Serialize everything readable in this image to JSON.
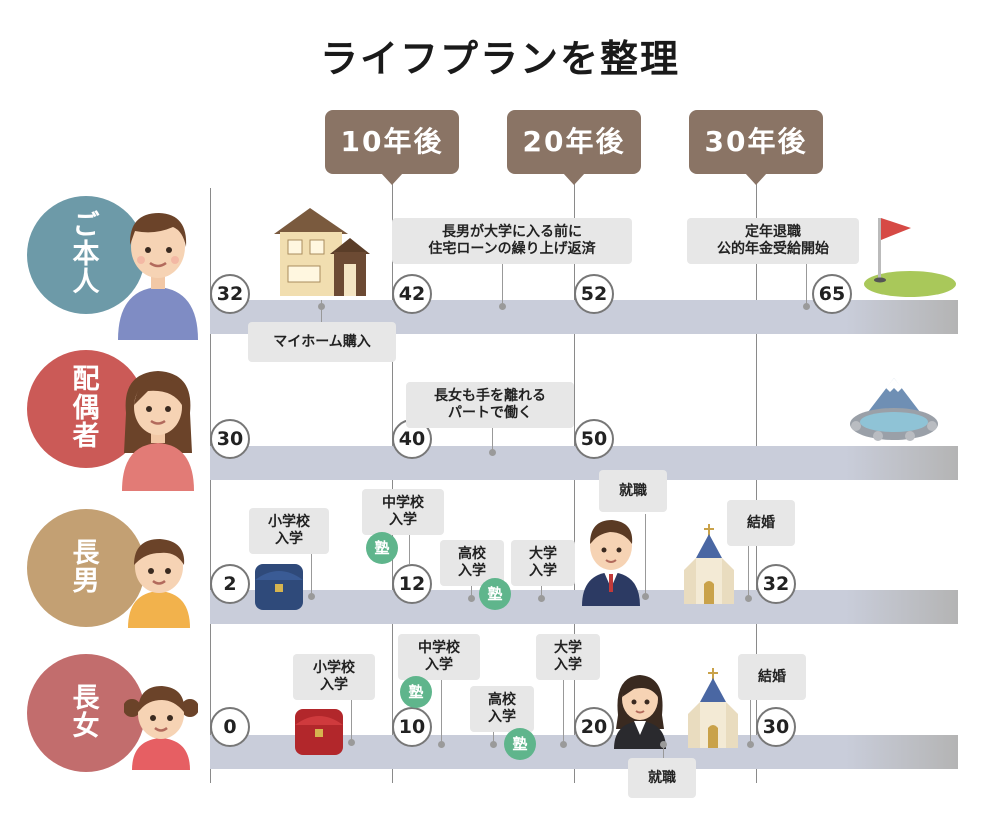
{
  "title": "ライフプランを整理",
  "periods": [
    "10年後",
    "20年後",
    "30年後"
  ],
  "persons": {
    "self": {
      "label": [
        "ご",
        "本",
        "人"
      ],
      "color": "#6d9aa8",
      "ages": [
        "32",
        "42",
        "52",
        "65"
      ]
    },
    "spouse": {
      "label": [
        "配",
        "偶",
        "者"
      ],
      "color": "#cb5a57",
      "ages": [
        "30",
        "40",
        "50"
      ]
    },
    "son": {
      "label": [
        "長",
        "男"
      ],
      "color": "#c3a073",
      "ages": [
        "2",
        "12",
        "32"
      ]
    },
    "daughter": {
      "label": [
        "長",
        "女"
      ],
      "color": "#c26d6d",
      "ages": [
        "0",
        "10",
        "20",
        "30"
      ]
    }
  },
  "events": {
    "myhome": "マイホーム購入",
    "loan": [
      "長男が大学に入る前に",
      "住宅ローンの繰り上げ返済"
    ],
    "retire": [
      "定年退職",
      "公的年金受給開始"
    ],
    "spouse_work": [
      "長女も手を離れる",
      "パートで働く"
    ],
    "son_elem": [
      "小学校",
      "入学"
    ],
    "son_jhs": [
      "中学校",
      "入学"
    ],
    "son_hs": [
      "高校",
      "入学"
    ],
    "son_univ": [
      "大学",
      "入学"
    ],
    "son_job": "就職",
    "son_marry": "結婚",
    "dau_elem": [
      "小学校",
      "入学"
    ],
    "dau_jhs": [
      "中学校",
      "入学"
    ],
    "dau_hs": [
      "高校",
      "入学"
    ],
    "dau_univ": [
      "大学",
      "入学"
    ],
    "dau_job": "就職",
    "dau_marry": "結婚"
  },
  "juku": "塾",
  "colors": {
    "period": "#8a7465",
    "track": "#c9cdda",
    "juku": "#5fb58c",
    "label_bg": "#e7e7e7"
  }
}
